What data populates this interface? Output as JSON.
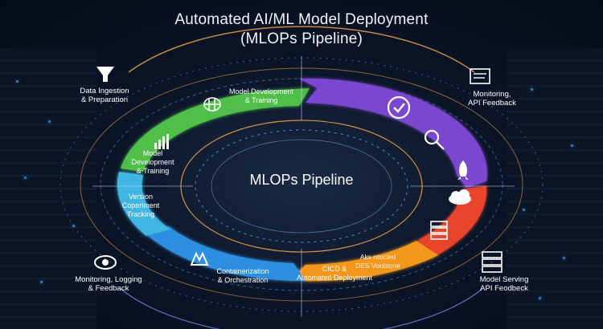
{
  "header": {
    "title_line1": "Automated AI/ML Model Deployment",
    "title_line2": "(MLOPs Pipeline)"
  },
  "center": {
    "title": "MLOPs Pipeline"
  },
  "stages": {
    "model_dev_top": "Model Development\n& Training",
    "model_dev_left": "Model\nDevelopment\n& Training",
    "version": "Version\nCoperiment\nTracking",
    "container": "Containerization\n& Orchestration",
    "cicd": "CICD &\nAutomated Deployment",
    "auto_overlay": "Aks ntocted\nDES Voobtone"
  },
  "outer": {
    "data_ingestion": "Data Ingestion\n& Preparation",
    "monitoring_api": "Monitoring,\nAPI Feedback",
    "monitoring_logging": "Monitoring, Logging\n& Feedback",
    "model_serving": "Model Serving\nAPI Feodbeck"
  },
  "icons": {
    "funnel": "funnel-icon",
    "dashboard": "dashboard-icon",
    "eye": "eye-icon",
    "server": "server-icon",
    "brain": "brain-icon",
    "chart": "bar-chart-icon",
    "check": "checkmark-icon",
    "magnifier": "magnifier-icon",
    "rocket": "rocket-icon",
    "cloud": "cloud-icon",
    "kubernetes": "kubernetes-icon"
  },
  "colors": {
    "green": "#4fbf4a",
    "purple": "#7b47cf",
    "red": "#e8452c",
    "orange": "#f2971b",
    "blue": "#2d8ee0",
    "teal": "#3fb6e3",
    "ring_accent": "#f6a64a",
    "ring_blue": "#58a9ff"
  }
}
